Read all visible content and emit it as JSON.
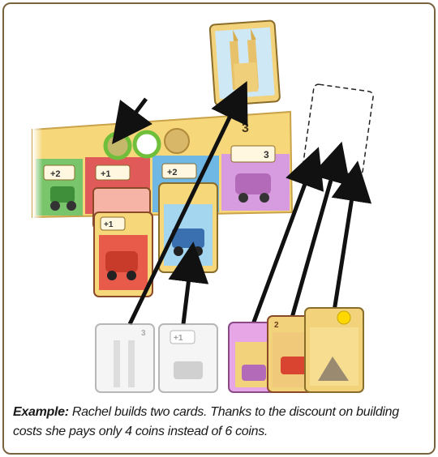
{
  "caption": {
    "lead": "Example:",
    "text": " Rachel builds two cards. Thanks to the discount on building costs she pays only 4 coins instead of 6 coins."
  },
  "board": {
    "corner_number": "3",
    "slot_cost": "3",
    "bonus_labels": [
      "+2",
      "+1",
      "+2"
    ]
  },
  "cards": {
    "built_bonus": "+1",
    "hand_bonus": "+1",
    "hand_cost": "2",
    "card_corner_number": "3"
  },
  "colors": {
    "frame": "#7a6440",
    "board_yellow": "#f6d77a",
    "card_sky": "#b9dff0",
    "card_sand": "#f2d27a",
    "arrow": "#111111"
  },
  "icons": [
    "arrow-icon",
    "sun-icon",
    "coin-icon",
    "dashed-card-slot"
  ]
}
